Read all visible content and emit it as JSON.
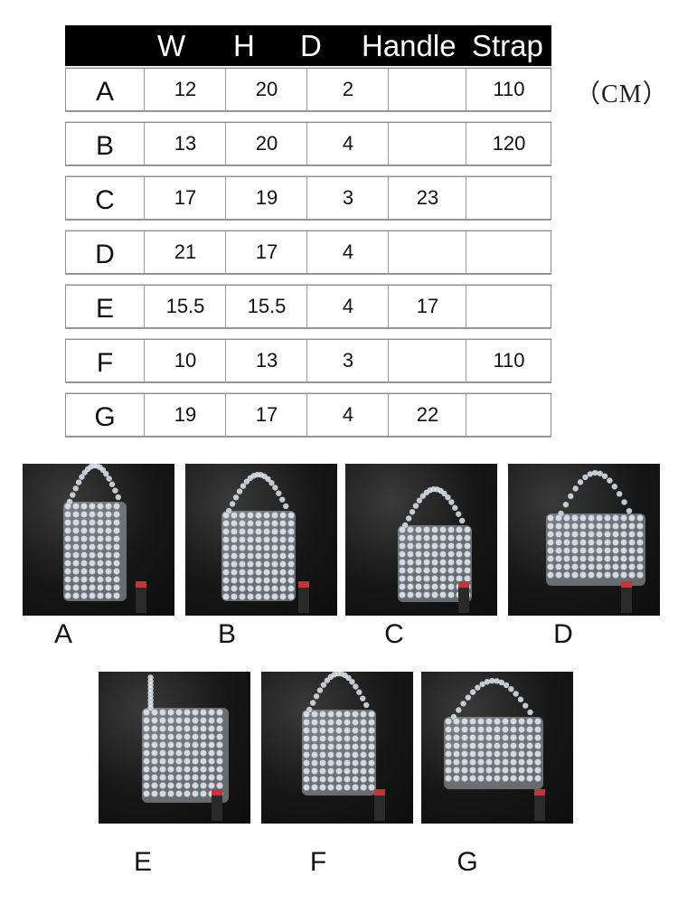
{
  "table": {
    "headers": [
      "",
      "W",
      "H",
      "D",
      "Handle",
      "Strap"
    ],
    "rows": [
      [
        "A",
        "12",
        "20",
        "2",
        "",
        "110"
      ],
      [
        "B",
        "13",
        "20",
        "4",
        "",
        "120"
      ],
      [
        "C",
        "17",
        "19",
        "3",
        "23",
        ""
      ],
      [
        "D",
        "21",
        "17",
        "4",
        "",
        ""
      ],
      [
        "E",
        "15.5",
        "15.5",
        "4",
        "17",
        ""
      ],
      [
        "F",
        "10",
        "13",
        "3",
        "",
        "110"
      ],
      [
        "G",
        "19",
        "17",
        "4",
        "22",
        ""
      ]
    ],
    "unit": "（CM）"
  },
  "gallery": [
    {
      "label": "A"
    },
    {
      "label": "B"
    },
    {
      "label": "C"
    },
    {
      "label": "D"
    },
    {
      "label": "E"
    },
    {
      "label": "F"
    },
    {
      "label": "G"
    }
  ],
  "colors": {
    "header_bg": "#000000",
    "header_text": "#ffffff",
    "photo_bg": "#161616",
    "bead": "#dfe6ee"
  }
}
